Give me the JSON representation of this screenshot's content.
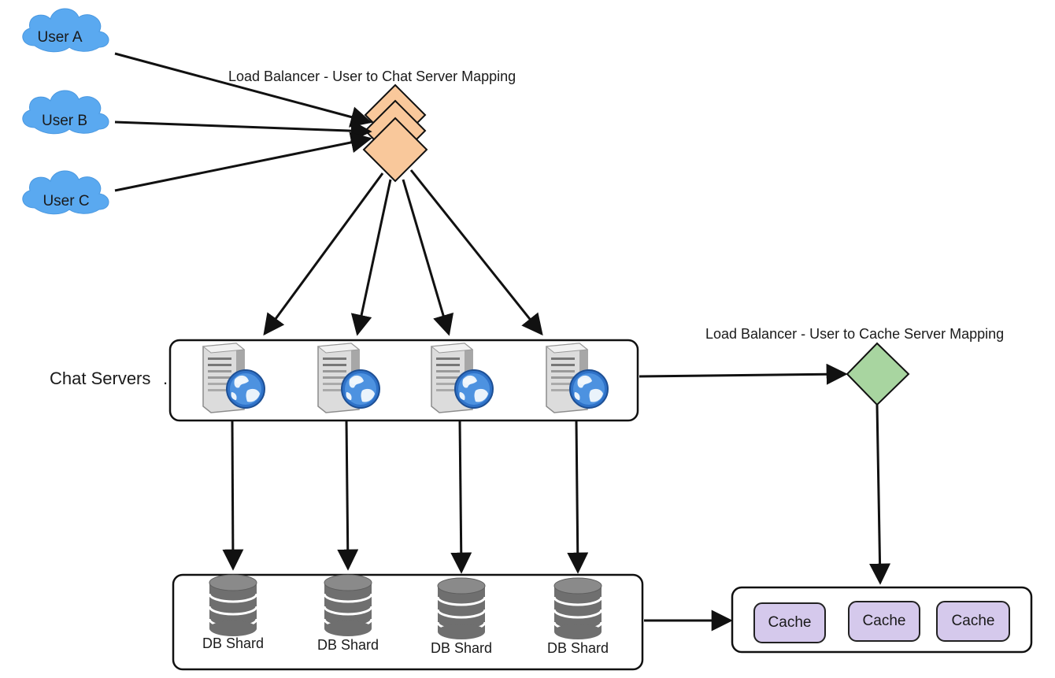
{
  "users": [
    {
      "label": "User A"
    },
    {
      "label": "User B"
    },
    {
      "label": "User C"
    }
  ],
  "load_balancer_chat": {
    "title": "Load Balancer - User to Chat Server Mapping",
    "color": "#f9c89b"
  },
  "load_balancer_cache": {
    "title": "Load Balancer - User to Cache Server Mapping",
    "color": "#a8d5a0"
  },
  "chat_servers": {
    "label": "Chat Servers"
  },
  "db_shards": [
    {
      "label": "DB Shard"
    },
    {
      "label": "DB Shard"
    },
    {
      "label": "DB Shard"
    },
    {
      "label": "DB Shard"
    }
  ],
  "caches": [
    {
      "label": "Cache"
    },
    {
      "label": "Cache"
    },
    {
      "label": "Cache"
    }
  ],
  "colors": {
    "cloud": "#5aa9f0",
    "cache_box": "#d5c9ec",
    "stroke": "#111111"
  },
  "icons": {
    "user": "cloud-icon",
    "server": "web-server-icon",
    "database": "database-icon",
    "load_balancer": "diamond-icon"
  }
}
